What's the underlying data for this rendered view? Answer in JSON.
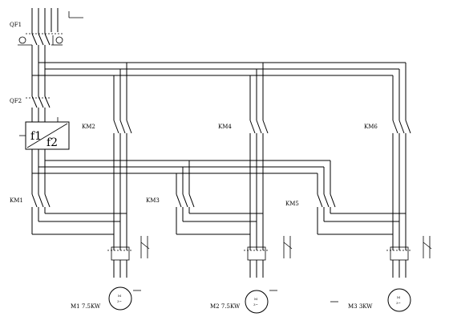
{
  "labels": {
    "qf1": "QF1",
    "qf2": "QF2",
    "km1": "KM1",
    "km2": "KM2",
    "km3": "KM3",
    "km4": "KM4",
    "km5": "KM5",
    "km6": "KM6",
    "vfd_f1": "f1",
    "vfd_f2": "f2",
    "m1": "M1 7.5KW",
    "m2": "M2 7.5KW",
    "m3": "M3 3KW",
    "motor_symbol": "M",
    "motor_phase": "3~"
  },
  "colors": {
    "line": "#000000",
    "background": "#ffffff"
  }
}
